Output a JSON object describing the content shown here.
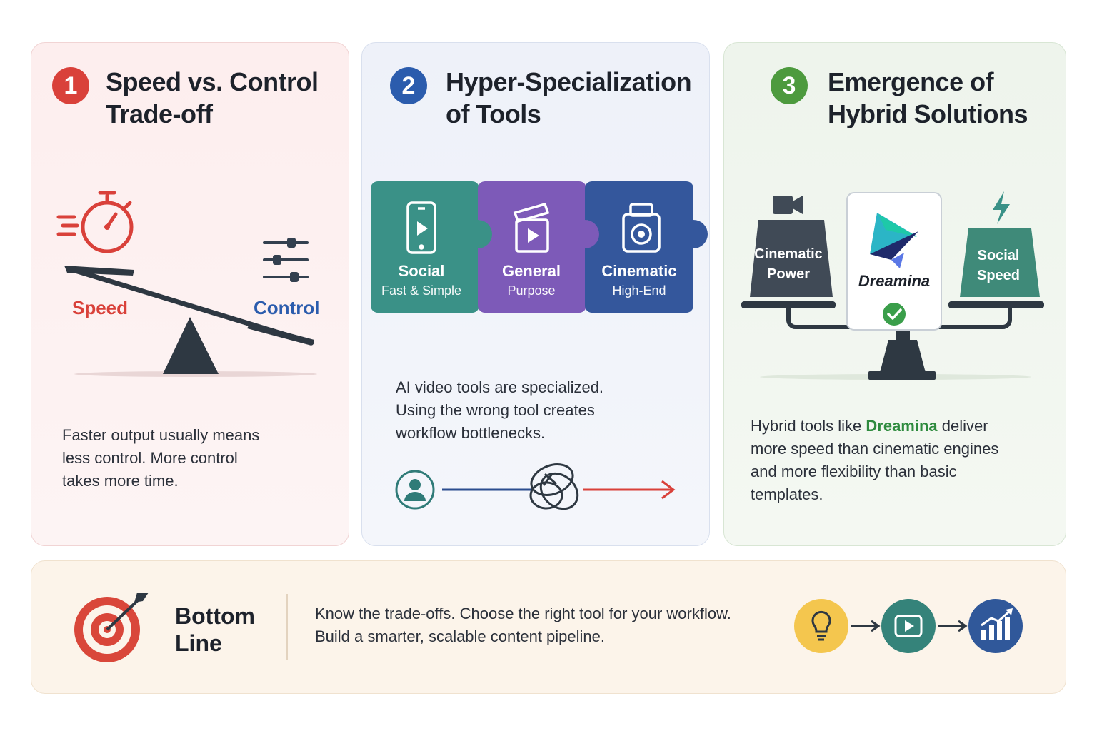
{
  "cards": [
    {
      "number": "1",
      "title_line1": "Speed vs. Control",
      "title_line2": "Trade-off",
      "accent": "#d9413a",
      "speed_label": "Speed",
      "control_label": "Control",
      "body_lines": [
        "Faster output usually means",
        "less control. More control",
        "takes more time."
      ]
    },
    {
      "number": "2",
      "title_line1": "Hyper-Specialization",
      "title_line2": "of Tools",
      "accent": "#2b5cad",
      "pieces": [
        {
          "title": "Social",
          "subtitle": "Fast & Simple",
          "color": "#3a9187",
          "icon": "phone-icon"
        },
        {
          "title": "General",
          "subtitle": "Purpose",
          "color": "#7d5ab8",
          "icon": "clapperboard-icon"
        },
        {
          "title": "Cinematic",
          "subtitle": "High-End",
          "color": "#34579c",
          "icon": "camera-icon"
        }
      ],
      "body_lines": [
        "AI video tools are specialized.",
        "Using the wrong tool creates",
        "workflow bottlenecks."
      ]
    },
    {
      "number": "3",
      "title_line1": "Emergence of",
      "title_line2": "Hybrid Solutions",
      "accent": "#4d9a3e",
      "left_pan": [
        "Cinematic",
        "Power"
      ],
      "center_label": "Dreamina",
      "right_pan": [
        "Social",
        "Speed"
      ],
      "body_pre": "Hybrid tools like ",
      "body_highlight": "Dreamina",
      "body_post_lines": [
        " deliver",
        "more speed than cinematic engines",
        "and more flexibility than basic",
        "templates."
      ]
    }
  ],
  "bottom": {
    "title_line1": "Bottom",
    "title_line2": "Line",
    "text_line1": "Know the trade-offs. Choose the right tool for your workflow.",
    "text_line2": "Build a smarter, scalable content pipeline.",
    "icons": [
      "lightbulb-icon",
      "video-play-icon",
      "growth-chart-icon"
    ]
  }
}
